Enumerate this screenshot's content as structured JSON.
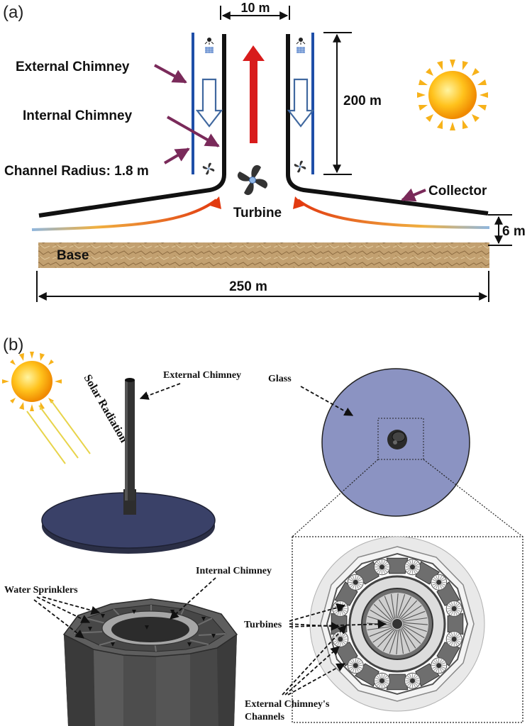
{
  "panel_a": {
    "label": "(a)",
    "labels": {
      "width_top": "10 m",
      "external_chimney": "External Chimney",
      "internal_chimney": "Internal Chimney",
      "channel_radius": "Channel Radius: 1.8 m",
      "height": "200 m",
      "collector": "Collector",
      "turbine": "Turbine",
      "collector_height": "6 m",
      "base": "Base",
      "width_base": "250 m"
    },
    "colors": {
      "outer_wall": "#1f4fa8",
      "inner_wall": "#111111",
      "updraft_arrow": "#d81c1c",
      "label_arrow": "#7a2a5a"
    }
  },
  "panel_b": {
    "label": "(b)",
    "labels": {
      "solar_radiation": "Solar Radiation",
      "external_chimney": "External Chimney",
      "glass": "Glass",
      "internal_chimney": "Internal Chimney",
      "water_sprinklers": "Water Sprinklers",
      "turbines": "Turbines",
      "channels_line1": "External Chimney's",
      "channels_line2": "Channels"
    },
    "colors": {
      "glass": "#8b93c2",
      "collector_disc": "#3a4168"
    }
  }
}
